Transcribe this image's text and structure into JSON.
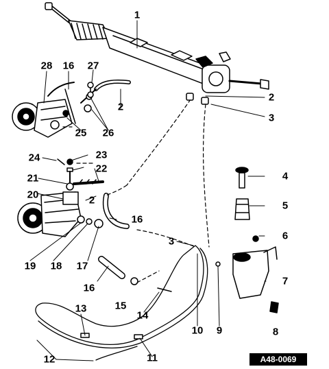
{
  "diagram": {
    "reference_code": "A48-0069",
    "callouts": [
      {
        "id": "c1",
        "text": "1"
      },
      {
        "id": "c2a",
        "text": "2"
      },
      {
        "id": "c2b",
        "text": "2"
      },
      {
        "id": "c2c",
        "text": "2"
      },
      {
        "id": "c3a",
        "text": "3"
      },
      {
        "id": "c3b",
        "text": "3"
      },
      {
        "id": "c4",
        "text": "4"
      },
      {
        "id": "c5",
        "text": "5"
      },
      {
        "id": "c6",
        "text": "6"
      },
      {
        "id": "c7",
        "text": "7"
      },
      {
        "id": "c8",
        "text": "8"
      },
      {
        "id": "c9",
        "text": "9"
      },
      {
        "id": "c10",
        "text": "10"
      },
      {
        "id": "c11",
        "text": "11"
      },
      {
        "id": "c12",
        "text": "12"
      },
      {
        "id": "c13",
        "text": "13"
      },
      {
        "id": "c14",
        "text": "14"
      },
      {
        "id": "c15",
        "text": "15"
      },
      {
        "id": "c16a",
        "text": "16"
      },
      {
        "id": "c16b",
        "text": "16"
      },
      {
        "id": "c16c",
        "text": "16"
      },
      {
        "id": "c17",
        "text": "17"
      },
      {
        "id": "c18",
        "text": "18"
      },
      {
        "id": "c19",
        "text": "19"
      },
      {
        "id": "c20",
        "text": "20"
      },
      {
        "id": "c21",
        "text": "21"
      },
      {
        "id": "c22",
        "text": "22"
      },
      {
        "id": "c23",
        "text": "23"
      },
      {
        "id": "c24",
        "text": "24"
      },
      {
        "id": "c25",
        "text": "25"
      },
      {
        "id": "c26",
        "text": "26"
      },
      {
        "id": "c27",
        "text": "27"
      },
      {
        "id": "c28",
        "text": "28"
      }
    ]
  }
}
